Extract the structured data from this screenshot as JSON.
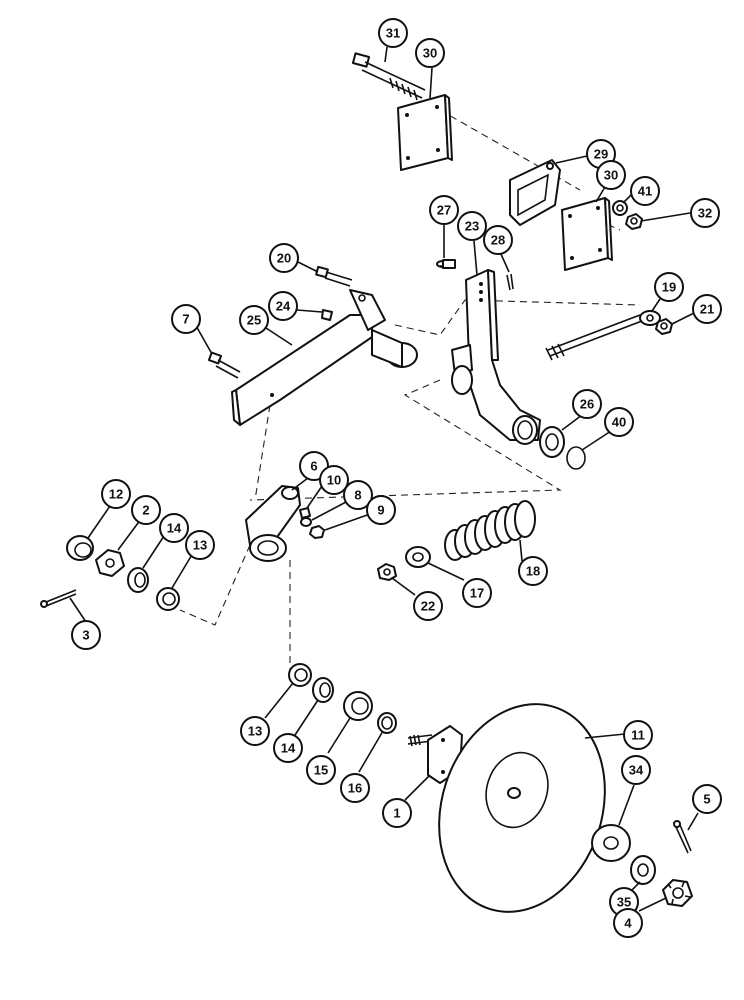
{
  "callouts": [
    {
      "id": "c31",
      "label": "31"
    },
    {
      "id": "c30a",
      "label": "30"
    },
    {
      "id": "c29",
      "label": "29"
    },
    {
      "id": "c30b",
      "label": "30"
    },
    {
      "id": "c41",
      "label": "41"
    },
    {
      "id": "c32",
      "label": "32"
    },
    {
      "id": "c27",
      "label": "27"
    },
    {
      "id": "c23",
      "label": "23"
    },
    {
      "id": "c28",
      "label": "28"
    },
    {
      "id": "c20",
      "label": "20"
    },
    {
      "id": "c24",
      "label": "24"
    },
    {
      "id": "c7",
      "label": "7"
    },
    {
      "id": "c25",
      "label": "25"
    },
    {
      "id": "c19",
      "label": "19"
    },
    {
      "id": "c21",
      "label": "21"
    },
    {
      "id": "c26",
      "label": "26"
    },
    {
      "id": "c40",
      "label": "40"
    },
    {
      "id": "c6",
      "label": "6"
    },
    {
      "id": "c10",
      "label": "10"
    },
    {
      "id": "c8",
      "label": "8"
    },
    {
      "id": "c9",
      "label": "9"
    },
    {
      "id": "c12",
      "label": "12"
    },
    {
      "id": "c2",
      "label": "2"
    },
    {
      "id": "c14a",
      "label": "14"
    },
    {
      "id": "c13a",
      "label": "13"
    },
    {
      "id": "c18",
      "label": "18"
    },
    {
      "id": "c17",
      "label": "17"
    },
    {
      "id": "c22",
      "label": "22"
    },
    {
      "id": "c3",
      "label": "3"
    },
    {
      "id": "c13b",
      "label": "13"
    },
    {
      "id": "c14b",
      "label": "14"
    },
    {
      "id": "c15",
      "label": "15"
    },
    {
      "id": "c16",
      "label": "16"
    },
    {
      "id": "c1",
      "label": "1"
    },
    {
      "id": "c11",
      "label": "11"
    },
    {
      "id": "c34",
      "label": "34"
    },
    {
      "id": "c5",
      "label": "5"
    },
    {
      "id": "c35",
      "label": "35"
    },
    {
      "id": "c4",
      "label": "4"
    }
  ]
}
